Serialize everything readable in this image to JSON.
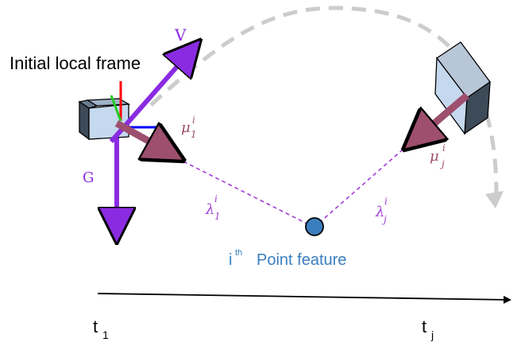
{
  "labels": {
    "initial_frame": "Initial local frame",
    "velocity": "V",
    "gravity": "G",
    "mu_1": {
      "base": "μ",
      "sup": "i",
      "sub": "1"
    },
    "mu_j": {
      "base": "μ",
      "sup": "i",
      "sub": "j"
    },
    "lambda_1": {
      "base": "λ",
      "sup": "i",
      "sub": "1"
    },
    "lambda_j": {
      "base": "λ",
      "sup": "i",
      "sub": "j"
    },
    "point_feature": {
      "base": "i",
      "sup": "th",
      "text": "Point feature"
    },
    "t1": {
      "base": "t",
      "sub": "1"
    },
    "tj": {
      "base": "t",
      "sub": "j"
    }
  },
  "colors": {
    "velocity": "#8a2be2",
    "gravity": "#8a2be2",
    "bearing": "#9e4f6e",
    "dashed_ray": "#a13ddb",
    "trajectory": "#cccccc",
    "point": "#3a7ebf",
    "axis_red": "#ff0000",
    "axis_green": "#22cc22",
    "axis_blue": "#0000ff",
    "camera_fill": "#c5d9ee"
  },
  "icons": {
    "camera_1": "camera-icon",
    "camera_j": "camera-icon"
  }
}
